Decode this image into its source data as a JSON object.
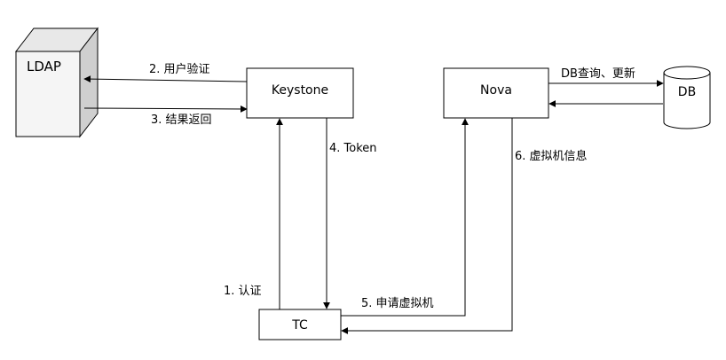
{
  "nodes": {
    "ldap": "LDAP",
    "keystone": "Keystone",
    "nova": "Nova",
    "db": "DB",
    "tc": "TC"
  },
  "edges": {
    "e1": "1. 认证",
    "e2": "2. 用户验证",
    "e3": "3. 结果返回",
    "e4": "4. Token",
    "e5": "5. 申请虚拟机",
    "e6": "6. 虚拟机信息",
    "db_query": "DB查询、更新"
  }
}
